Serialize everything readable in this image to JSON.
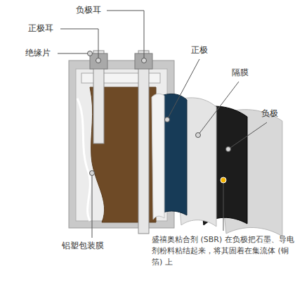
{
  "diagram": {
    "labels": [
      "负极耳",
      "正极耳",
      "绝缘片",
      "正极",
      "隔膜",
      "负极",
      "铝塑包装膜",
      "盛禧奥粘合剂 (SBR) 在负极把石墨、导电剂粉料粘结起来，将其固着在集流体 (铜箔) 上"
    ]
  }
}
